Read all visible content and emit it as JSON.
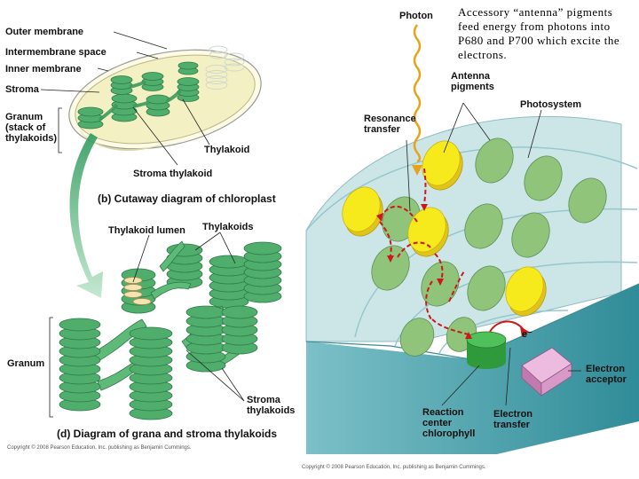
{
  "note": "Accessory “antenna” pigments feed energy from photons into P680 and P700 which excite the electrons.",
  "chloroplast": {
    "labels": {
      "outer_membrane": "Outer membrane",
      "intermembrane_space": "Intermembrane space",
      "inner_membrane": "Inner membrane",
      "stroma": "Stroma",
      "granum": "Granum\n(stack of\nthylakoids)",
      "thylakoid": "Thylakoid",
      "stroma_thylakoid": "Stroma thylakoid"
    },
    "caption_letter": "(b)",
    "caption": "Cutaway diagram of chloroplast"
  },
  "grana": {
    "labels": {
      "thylakoid_lumen": "Thylakoid lumen",
      "thylakoids": "Thylakoids",
      "granum": "Granum",
      "stroma_thylakoids": "Stroma\nthylakoids"
    },
    "caption_letter": "(d)",
    "caption": "Diagram of grana and stroma thylakoids",
    "copyright": "Copyright © 2008 Pearson Education, Inc. publishing as Benjamin Cummings."
  },
  "photosystem": {
    "labels": {
      "photon": "Photon",
      "antenna_pigments": "Antenna\npigments",
      "photosystem": "Photosystem",
      "resonance_transfer": "Resonance\ntransfer",
      "electron": "e⁻",
      "electron_acceptor": "Electron\nacceptor",
      "reaction_center": "Reaction\ncenter\nchlorophyll",
      "electron_transfer": "Electron\ntransfer"
    },
    "copyright": "Copyright © 2008 Pearson Education, Inc. publishing as Benjamin Cummings."
  },
  "colors": {
    "pigment_green": "#8fc47a",
    "pigment_yellow": "#f7ea1c",
    "reaction_center": "#2f9a3c",
    "thylakoid_green": "#4fae6c",
    "arrow_red": "#cc1818",
    "photon_orange": "#e8a21c",
    "acceptor_pink": "#d898c8",
    "membrane_teal": "#6fb4bd"
  }
}
